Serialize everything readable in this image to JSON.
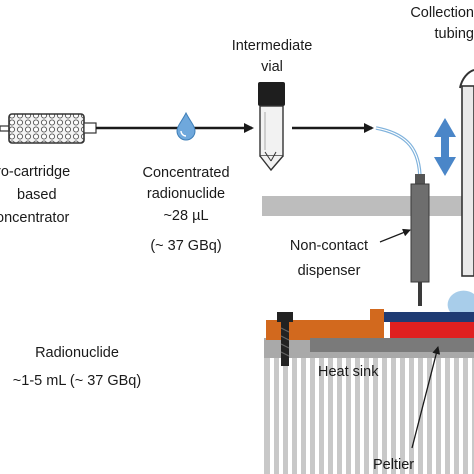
{
  "labels": {
    "collection": "Collection",
    "tubing": "tubing",
    "intermediate": "Intermediate",
    "vial": "vial",
    "microcartridge_1": "ro-cartridge",
    "microcartridge_2": "based",
    "microcartridge_3": "oncentrator",
    "concentrated_1": "Concentrated",
    "concentrated_2": "radionuclide",
    "concentrated_3": "~28 µL",
    "concentrated_4": "(~ 37 GBq)",
    "noncontact_1": "Non-contact",
    "noncontact_2": "dispenser",
    "radionuclide_1": "Radionuclide",
    "radionuclide_2": "~1-5 mL (~ 37 GBq)",
    "heatsink": "Heat sink",
    "peltier": "Peltier"
  },
  "colors": {
    "arrow": "#1a1a1a",
    "droplet": "#6fa8dc",
    "double_arrow": "#4a86c8",
    "platform": "#bdbdbd",
    "dispenser": "#6e6e6e",
    "tubing_blue": "#7fb2dc",
    "orange_plate": "#d2691e",
    "red_plate": "#e02020",
    "navy_plate": "#1f3b73",
    "heatsink": "#c8c8c8",
    "dark_plate": "#7a7a7a",
    "drop_on_plate": "#a8cdea"
  }
}
